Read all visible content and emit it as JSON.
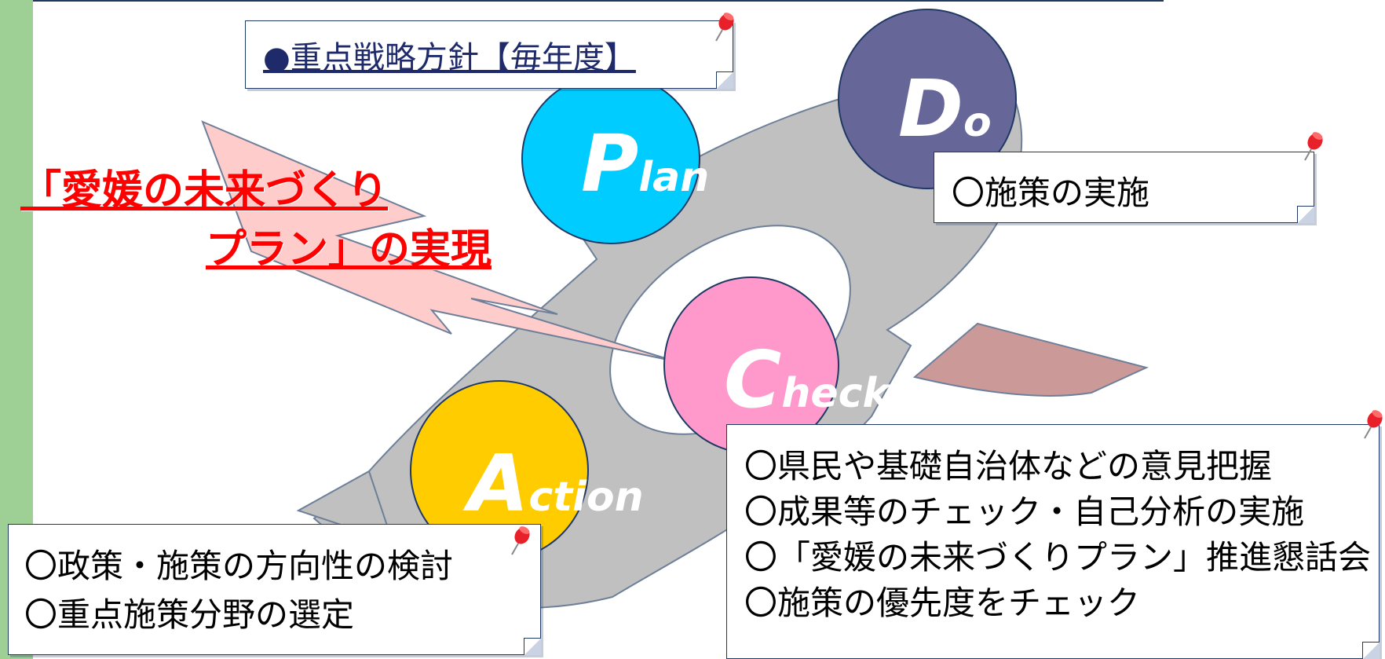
{
  "slogan": {
    "line1": "「愛媛の未来づくり",
    "line2": "プラン」の実現"
  },
  "phases": {
    "plan": {
      "initial": "P",
      "rest": "lan",
      "color": "#00ccff"
    },
    "do": {
      "initial": "D",
      "rest": "o",
      "color": "#666699"
    },
    "check": {
      "initial": "C",
      "rest": "heck",
      "color": "#ff99cc"
    },
    "action": {
      "initial": "A",
      "rest": "ction",
      "color": "#ffcc00"
    }
  },
  "notes": {
    "plan": {
      "title": "●重点戦略方針【毎年度】"
    },
    "do": {
      "lines": [
        "〇施策の実施"
      ]
    },
    "action": {
      "lines": [
        "〇政策・施策の方向性の検討",
        "〇重点施策分野の選定"
      ]
    },
    "check": {
      "lines": [
        "〇県民や基礎自治体などの意見把握",
        "〇成果等のチェック・自己分析の実施",
        "〇「愛媛の未来づくりプラン」推進懇話会",
        "〇施策の優先度をチェック"
      ]
    }
  },
  "colors": {
    "side_bar": "#9ecf94",
    "cycle_arrow": "#c0c0c0",
    "slogan_arrow": "#ffcccc",
    "slogan_text": "#ff0000",
    "note_border": "#1f3864",
    "pin": "#e8202a"
  },
  "icons": {
    "note_pin": "pushpin-icon"
  }
}
